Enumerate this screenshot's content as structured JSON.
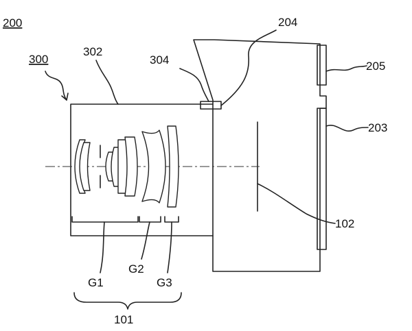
{
  "labels": {
    "fig_200": "200",
    "ref_300": "300",
    "ref_302": "302",
    "ref_304": "304",
    "ref_204": "204",
    "ref_205": "205",
    "ref_203": "203",
    "ref_102": "102",
    "ref_g1": "G1",
    "ref_g2": "G2",
    "ref_g3": "G3",
    "ref_101": "101"
  },
  "colors": {
    "line": "#222222",
    "background": "#ffffff"
  }
}
